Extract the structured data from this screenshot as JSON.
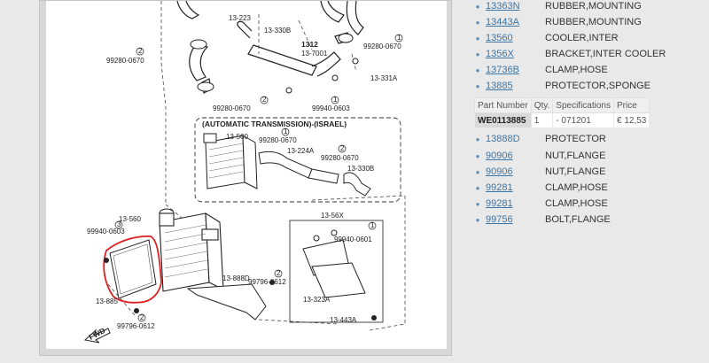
{
  "diagram": {
    "labels": {
      "l_13_223": "13-223",
      "l_13_330b_top": "13-330B",
      "l_1312": "1312",
      "l_13_7001": "13-7001",
      "l_99280_0670_tl": "99280-0670",
      "l_99280_0670_tr": "99280-0670",
      "l_13_331a": "13-331A",
      "l_99280_0670_mid": "99280-0670",
      "l_99940_0603_top": "99940-0603",
      "l_at_israel": "(AUTOMATIC TRANSMISSION)-(ISRAEL)",
      "l_13_560_box": "13-560",
      "l_99280_0670_box1": "99280-0670",
      "l_13_224a": "13-224A",
      "l_99280_0670_box2": "99280-0670",
      "l_13_330b_box": "13-330B",
      "l_13_56x": "13-56X",
      "l_99940_0601": "99940-0601",
      "l_13_560_main": "13-560",
      "l_99940_0603_left": "99940-0603",
      "l_13_888d": "13-888D",
      "l_99796_0612_r": "99796-0612",
      "l_13_885": "13-885",
      "l_99796_0612_b": "99796-0612",
      "l_13_323a": "13-323A",
      "l_13_443a": "13-443A",
      "l_fwd": "FWD",
      "c1": "1",
      "c2": "2",
      "c3": "3"
    }
  },
  "parts_top": [
    {
      "code": "13363N",
      "desc": "RUBBER,MOUNTING"
    },
    {
      "code": "13443A",
      "desc": "RUBBER,MOUNTING"
    },
    {
      "code": "13560",
      "desc": "COOLER,INTER"
    },
    {
      "code": "1356X",
      "desc": "BRACKET,INTER COOLER"
    },
    {
      "code": "13736B",
      "desc": "CLAMP,HOSE"
    },
    {
      "code": "13885",
      "desc": "PROTECTOR,SPONGE"
    }
  ],
  "detail_table": {
    "headers": [
      "Part Number",
      "Qty.",
      "Specifications",
      "Price"
    ],
    "row": [
      "WE0113885",
      "1",
      "- 071201",
      "€ 12,53"
    ]
  },
  "parts_bottom": [
    {
      "code": "13888D",
      "desc": "PROTECTOR"
    },
    {
      "code": "90906",
      "desc": "NUT,FLANGE"
    },
    {
      "code": "90906",
      "desc": "NUT,FLANGE"
    },
    {
      "code": "99281",
      "desc": "CLAMP,HOSE"
    },
    {
      "code": "99281",
      "desc": "CLAMP,HOSE"
    },
    {
      "code": "99756",
      "desc": "BOLT,FLANGE"
    }
  ],
  "icons": {
    "bullet": "bullet-dot-icon"
  },
  "colors": {
    "link": "#3a76a8",
    "bullet": "#5b8fb9",
    "highlight": "#e02020"
  }
}
